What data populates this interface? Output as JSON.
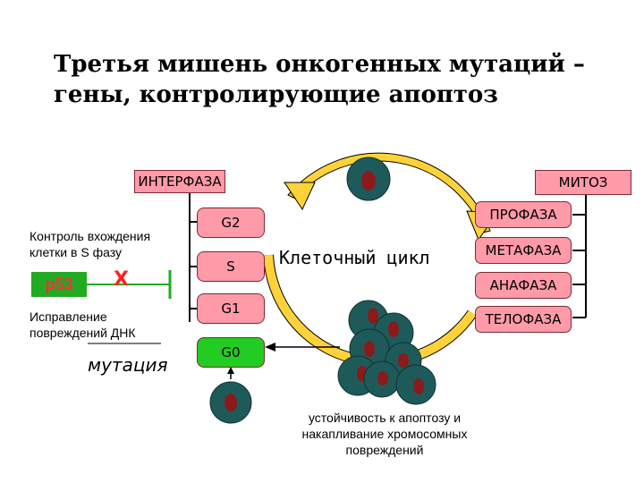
{
  "title": {
    "line1": "Третья мишень онкогенных мутаций –",
    "line2": "гены, контролирующие апоптоз"
  },
  "interphase": {
    "label": "ИНТЕРФАЗА"
  },
  "mitosis": {
    "label": "МИТОЗ"
  },
  "phases": {
    "g2": "G2",
    "s": "S",
    "g1": "G1",
    "g0": "G0"
  },
  "mitosis_phases": {
    "prophase": "ПРОФАЗА",
    "metaphase": "МЕТАФАЗА",
    "anaphase": "АНАФАЗА",
    "telophase": "ТЕЛОФАЗА"
  },
  "left_panel": {
    "control_line1": "Контроль вхождения",
    "control_line2": "клетки в S фазу",
    "protein": "p53",
    "x_mark": "X",
    "repair_line1": "Исправление",
    "repair_line2": "повреждений ДНК",
    "mutation": "мутация"
  },
  "cycle_label": "Клеточный цикл",
  "resistance": {
    "line1": "устойчивость к апоптозу и",
    "line2": "накапливание хромосомных",
    "line3": "повреждений"
  },
  "colors": {
    "phase_box": "#ff9aa8",
    "g0_box": "#22cc22",
    "cell_body": "#1f5a5a",
    "nucleus": "#8b1a1a",
    "arrow_fill": "#ffd23a",
    "p53_bg": "#22aa22",
    "p53_text": "#ff2d3d"
  }
}
